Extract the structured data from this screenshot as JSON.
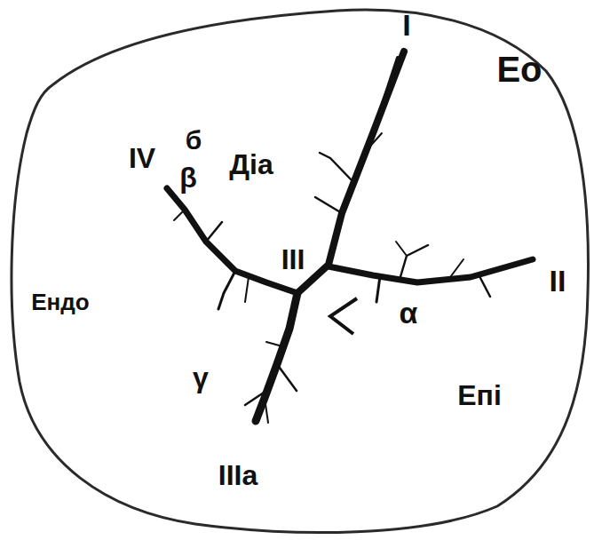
{
  "diagram": {
    "labels": [
      "I",
      "Ео",
      "IV",
      "б",
      "β",
      "Діа",
      "III",
      "Ендо",
      "γ",
      "α",
      "II",
      "Епі",
      "IIIa"
    ]
  }
}
